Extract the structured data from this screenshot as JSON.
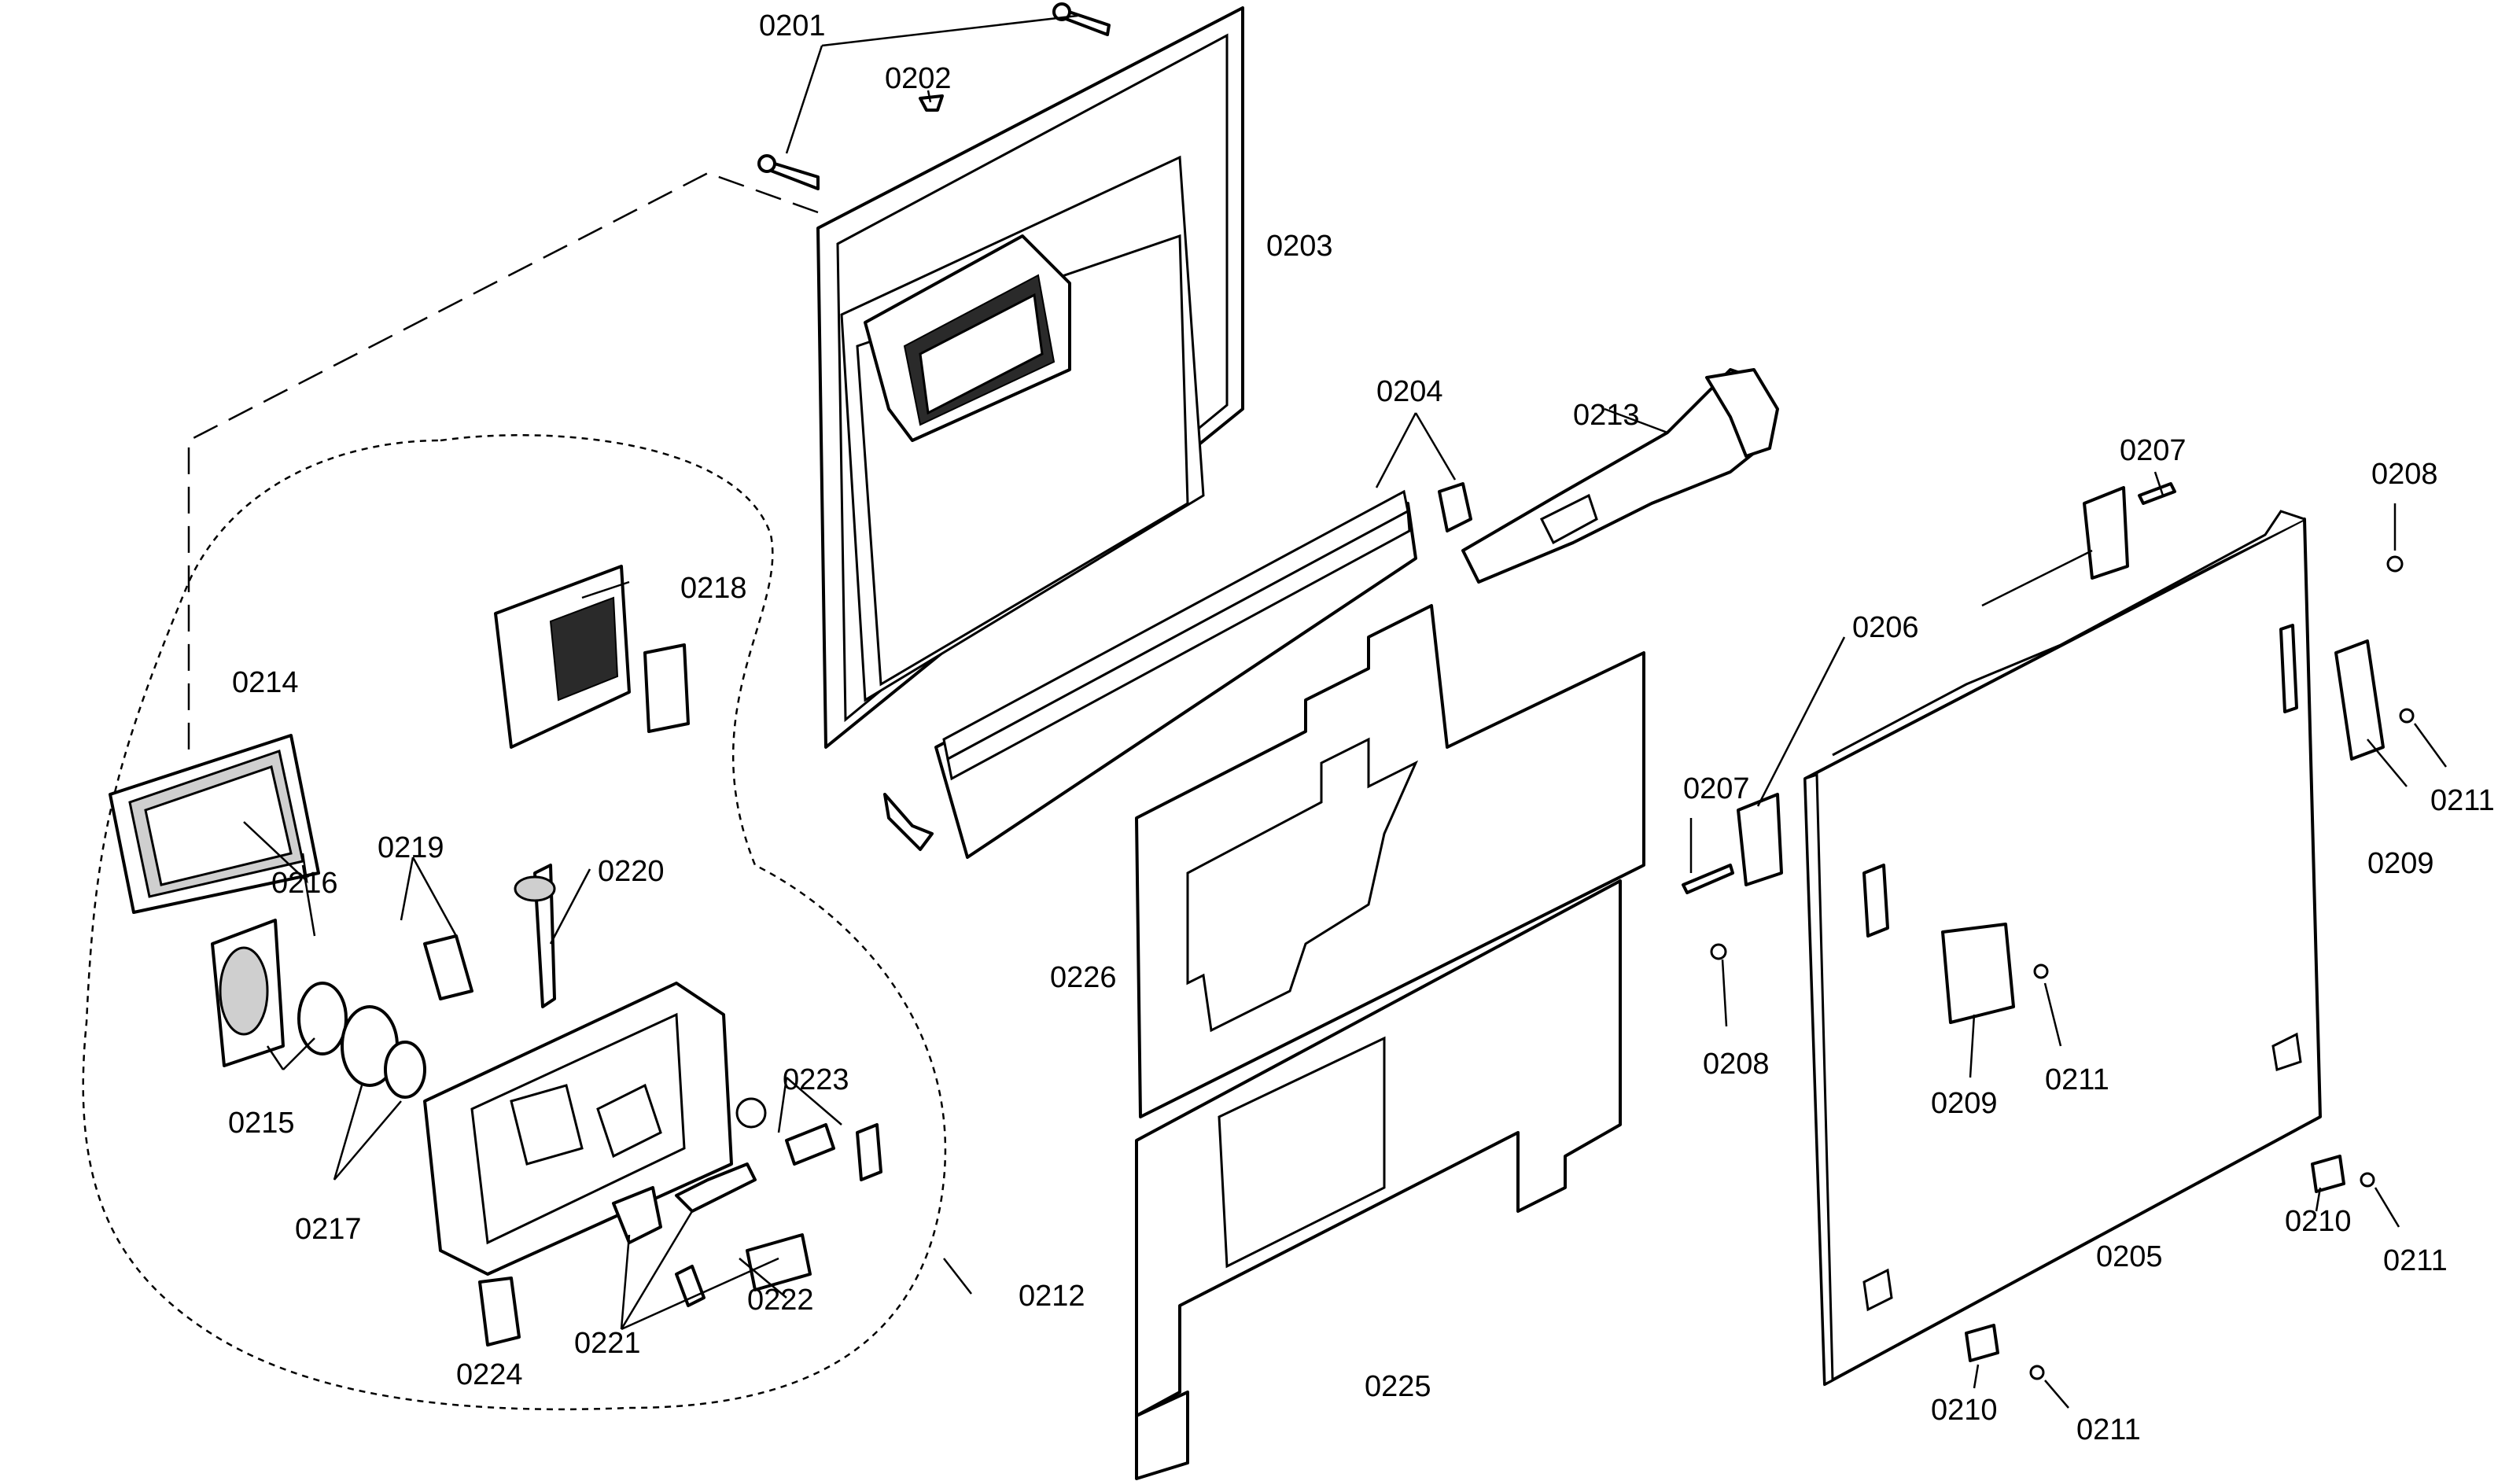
{
  "labels": {
    "l0201": "0201",
    "l0202": "0202",
    "l0203": "0203",
    "l0204": "0204",
    "l0205": "0205",
    "l0206": "0206",
    "l0207a": "0207",
    "l0207b": "0207",
    "l0208a": "0208",
    "l0208b": "0208",
    "l0209a": "0209",
    "l0209b": "0209",
    "l0210a": "0210",
    "l0210b": "0210",
    "l0211a": "0211",
    "l0211b": "0211",
    "l0211c": "0211",
    "l0211d": "0211",
    "l0212": "0212",
    "l0213": "0213",
    "l0214": "0214",
    "l0215": "0215",
    "l0216": "0216",
    "l0217": "0217",
    "l0218": "0218",
    "l0219": "0219",
    "l0220": "0220",
    "l0221": "0221",
    "l0222": "0222",
    "l0223": "0223",
    "l0224": "0224",
    "l0225": "0225",
    "l0226": "0226"
  }
}
